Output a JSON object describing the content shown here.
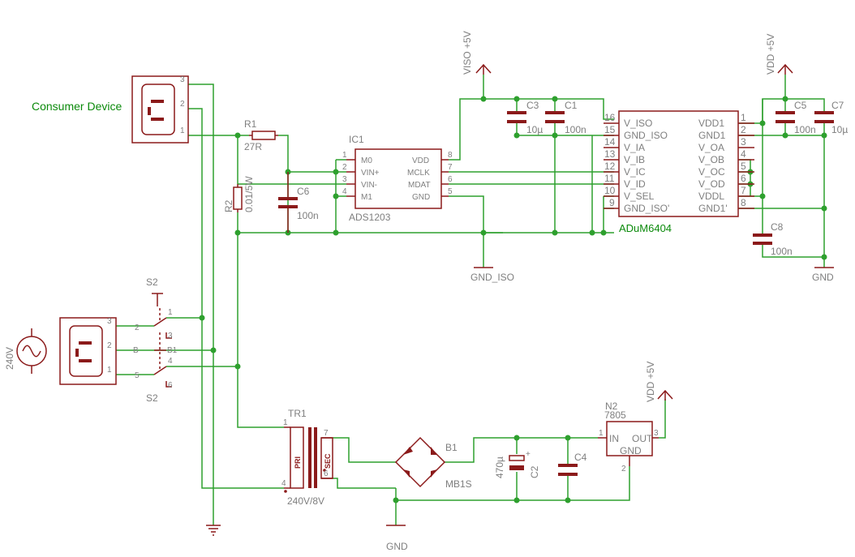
{
  "labels": {
    "consumer_device": "Consumer Device",
    "r1_name": "R1",
    "r1_value": "27R",
    "r2_name": "R2",
    "r2_value": "0.01/5W",
    "ic1_name": "IC1",
    "ic1_part": "ADS1203",
    "ic1_pins_left": [
      "M0",
      "VIN+",
      "VIN-",
      "M1"
    ],
    "ic1_pins_right": [
      "VDD",
      "MCLK",
      "MDAT",
      "GND"
    ],
    "ic1_pin_nums_left": [
      "1",
      "2",
      "3",
      "4"
    ],
    "ic1_pin_nums_right": [
      "8",
      "7",
      "6",
      "5"
    ],
    "c6_name": "C6",
    "c6_value": "100n",
    "c3_name": "C3",
    "c3_value": "10µ",
    "c1_name": "C1",
    "c1_value": "100n",
    "c5_name": "C5",
    "c5_value": "100n",
    "c7_name": "C7",
    "c7_value": "10µ",
    "c8_name": "C8",
    "c8_value": "100n",
    "adum_part": "ADuM6404",
    "adum_pins_left": [
      "V_ISO",
      "GND_ISO",
      "V_IA",
      "V_IB",
      "V_IC",
      "V_ID",
      "V_SEL",
      "GND_ISO'"
    ],
    "adum_pins_right": [
      "VDD1",
      "GND1",
      "V_OA",
      "V_OB",
      "V_OC",
      "V_OD",
      "VDDL",
      "GND1'"
    ],
    "adum_pin_nums_left": [
      "16",
      "15",
      "14",
      "13",
      "12",
      "11",
      "10",
      "9"
    ],
    "adum_pin_nums_right": [
      "1",
      "2",
      "3",
      "4",
      "5",
      "6",
      "7",
      "8"
    ],
    "viso": "VISO +5V",
    "vdd_top": "VDD +5V",
    "vdd_reg": "VDD +5V",
    "gnd_iso": "GND_ISO",
    "gnd_right": "GND",
    "gnd_bottom": "GND",
    "s2_top": "S2",
    "s2_bottom": "S2",
    "source_voltage": "240V",
    "tr1_name": "TR1",
    "tr1_rating": "240V/8V",
    "tr1_pri": "PRI",
    "tr1_sec": "SEC",
    "b1_name": "B1",
    "b1_part": "MB1S",
    "c2_name": "C2",
    "c2_value": "470µ",
    "c4_name": "C4",
    "n2_name": "N2",
    "n2_part": "7805",
    "n2_in": "IN",
    "n2_out": "OUT",
    "n2_gnd": "GND",
    "pin": {
      "conn_top_3": "3",
      "conn_top_2": "2",
      "conn_top_1": "1",
      "conn_bot_3": "3",
      "conn_bot_2": "2",
      "conn_bot_1": "1",
      "s2_1": "1",
      "s2_2": "2",
      "s2_3": "3",
      "s2_4": "4",
      "s2_5": "5",
      "s2_6": "6",
      "s2_b": "B",
      "s2_b1": "B1",
      "tr_1": "1",
      "tr_4": "4",
      "tr_7": "7",
      "tr_6": "6",
      "n2_1": "1",
      "n2_2": "2",
      "n2_3": "3"
    }
  },
  "colors": {
    "wire": "#2ea02e",
    "part": "#8b1a1a",
    "pin_text": "#7f7f7f",
    "net_label": "#0b8a0b"
  }
}
